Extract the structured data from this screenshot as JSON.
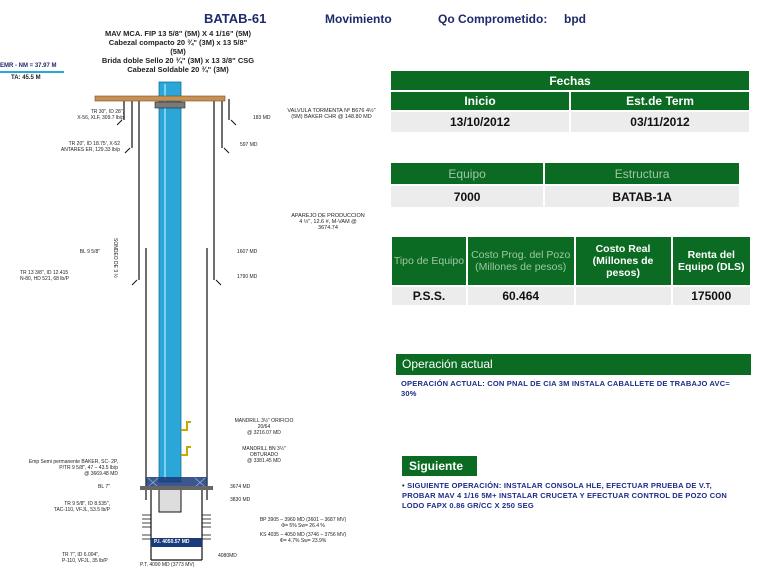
{
  "header": {
    "well": "BATAB-61",
    "movement": "Movimiento",
    "qo": "Qo Comprometido:",
    "qo_unit": "bpd"
  },
  "wellhead": {
    "lines": [
      "MAV MCA. FIP 13 5/8\" (5M) X 4 1/16\" (5M)",
      "Cabezal compacto 20 ¾\" (3M) x 13 5/8\"",
      "(5M)",
      "Brida doble Sello 20 ¾\" (3M) x 13 3/8\" CSG",
      "Cabezal Soldable 20 ¾\" (3M)"
    ],
    "emr": "EMR - NM = 37.97 M",
    "ta": "TA: 45.5 M"
  },
  "diagram_labels": {
    "tr30": "TR 30\", ID 28\",\nX-56, XLF, 309.7 lb/p",
    "tr20": "TR 20\", ID 18.75', X-52\nANTARES ER, 129.33 lb/p",
    "bl958": "BL 9 5/8\"",
    "tr1338": "TR 13 3/8\", ID 12.415\nN-80, HD 521, 68 lb/P",
    "empacador": "Emp Semi permanente BAKER, SC- 2P,\nP/TR 9 5/8\", 47 – 43.5 lb/p\n@ 3669.48 MD",
    "bl7": "BL 7\"",
    "tr958": "TR 9 5/8\", ID 8.535\",\nTAC-110, VFJL, 53.5 lb/P",
    "tr7": "TR 7\", ID 6.004\",\nP-110, VFJL, 35 lb/P",
    "valvula": "VALVULA TORMENTA Nº B676 4½\"\n(5M) BAKER CHR @ 148.80 MD",
    "md183": "183 MD",
    "md597": "597 MD",
    "aparejo": "APAREJO DE PRODUCCION\n4 ½\", 12.6 #, M-VAM @\n3674.74",
    "md1607": "1607 MD",
    "md1790": "1790 MD",
    "tubing": "SONDEO DE 3 ½",
    "mandrill1": "MANDRILL 3½\" ORIFICIO 20/64\n@ 3216.07 MD",
    "mandrill2": "MANDRILL BN 3½\" OBTURADO\n@ 3381.45 MD",
    "md3674": "3674 MD",
    "md3830": "3830 MD",
    "bp": "BP 3905 – 3960 MD (3601 – 3687 MV)\nΦ= 5%     Sw= 26.4 %",
    "ks": "KS 4035 – 4050 MD (3746 – 3756 MV)\nΦ= 4.7%   Sw= 23.9%",
    "pi": "P.I. 4050.57 MD",
    "md4080": "4080MD",
    "pt": "P.T. 4090 MD (3773 MV)"
  },
  "fechas": {
    "title": "Fechas",
    "inicio_label": "Inicio",
    "term_label": "Est.de Term",
    "inicio": "13/10/2012",
    "term": "03/11/2012"
  },
  "equipo": {
    "equipo_label": "Equipo",
    "estructura_label": "Estructura",
    "equipo": "7000",
    "estructura": "BATAB-1A"
  },
  "costos": {
    "tipo_label": "Tipo de Equipo",
    "prog_label": "Costo Prog. del Pozo (Millones de pesos)",
    "real_label": "Costo Real (Millones de pesos)",
    "renta_label": "Renta del Equipo (DLS)",
    "tipo": "P.S.S.",
    "prog": "60.464",
    "real": "",
    "renta": "175000"
  },
  "operacion": {
    "title": "Operación actual",
    "text": "OPERACIÓN ACTUAL: CON PNAL DE CIA 3M INSTALA CABALLETE DE TRABAJO AVC= 30%"
  },
  "siguiente": {
    "title": "Siguiente",
    "text": "SIGUIENTE OPERACIÓN: INSTALAR CONSOLA HLE, EFECTUAR PRUEBA DE V.T, PROBAR MAV 4 1/16 5M+ INSTALAR CRUCETA Y EFECTUAR CONTROL DE POZO CON LODO FAPX 0.86 GR/CC X 250 SEG"
  },
  "colors": {
    "green": "#0b6b22",
    "navy": "#1f2a6b",
    "tubing": "#2aa7d8",
    "packer": "#1a3a7a"
  }
}
